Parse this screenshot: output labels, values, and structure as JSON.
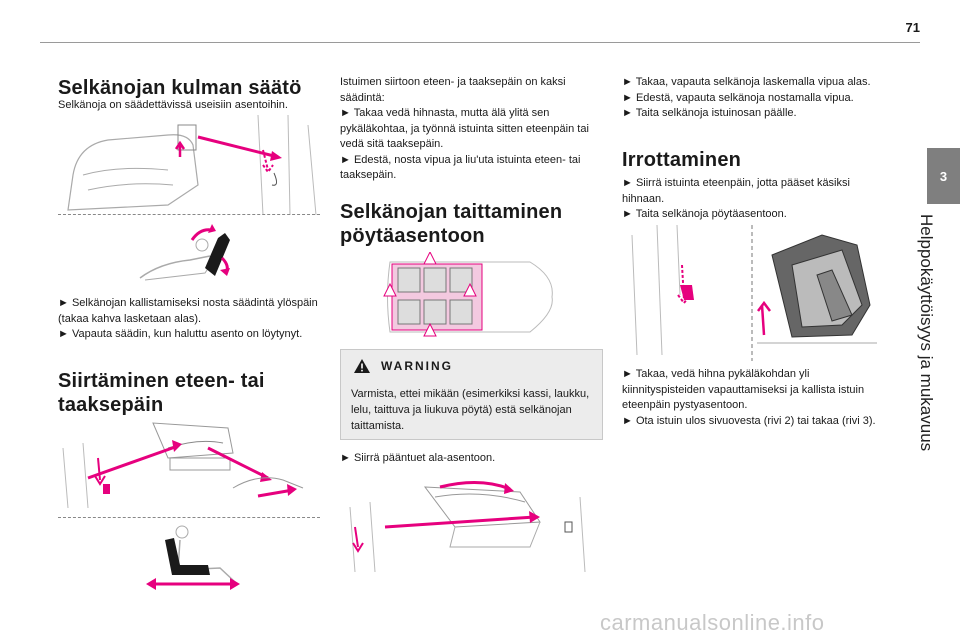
{
  "page_number": "71",
  "chapter": {
    "number": "3",
    "title": "Helppokäyttöisyys ja mukavuus"
  },
  "col1": {
    "heading1": "Selkänojan kulman säätö",
    "intro": "Selkänoja on säädettävissä useisiin asentoihin.",
    "steps1": [
      "► Selkänojan kallistamiseksi nosta säädintä ylöspäin (takaa kahva lasketaan alas).",
      "► Vapauta säädin, kun haluttu asento on löytynyt."
    ],
    "heading2": "Siirtäminen eteen- tai taaksepäin"
  },
  "col2": {
    "intro_steps": [
      "Istuimen siirtoon eteen- ja taaksepäin on kaksi säädintä:",
      "► Takaa vedä hihnasta, mutta älä ylitä sen pykäläkohtaa, ja työnnä istuinta sitten eteenpäin tai vedä sitä taaksepäin.",
      "► Edestä, nosta vipua ja liu'uta istuinta eteen- tai taaksepäin."
    ],
    "heading": "Selkänojan taittaminen pöytäasentoon",
    "warning_title": "WARNING",
    "warning_text": "Varmista, ettei mikään (esimerkiksi kassi, laukku, lelu, taittuva ja liukuva pöytä) estä selkänojan taittamista.",
    "step_after": "► Siirrä pääntuet ala-asentoon."
  },
  "col3": {
    "steps_top": [
      "► Takaa, vapauta selkänoja laskemalla vipua alas.",
      "► Edestä, vapauta selkänoja nostamalla vipua.",
      "► Taita selkänoja istuinosan päälle."
    ],
    "heading": "Irrottaminen",
    "steps_mid": [
      "► Siirrä istuinta eteenpäin, jotta pääset käsiksi hihnaan.",
      "► Taita selkänoja pöytäasentoon."
    ],
    "steps_bottom": [
      "► Takaa, vedä hihna pykäläkohdan yli kiinnityspisteiden vapauttamiseksi ja kallista istuin eteenpäin pystyasentoon.",
      "► Ota istuin ulos sivuovesta (rivi 2) tai takaa (rivi 3)."
    ]
  },
  "watermark": "carmanualsonline.info",
  "colors": {
    "accent": "#e6007e",
    "tab": "#7f7f7f",
    "warning_bg": "#ececec"
  }
}
